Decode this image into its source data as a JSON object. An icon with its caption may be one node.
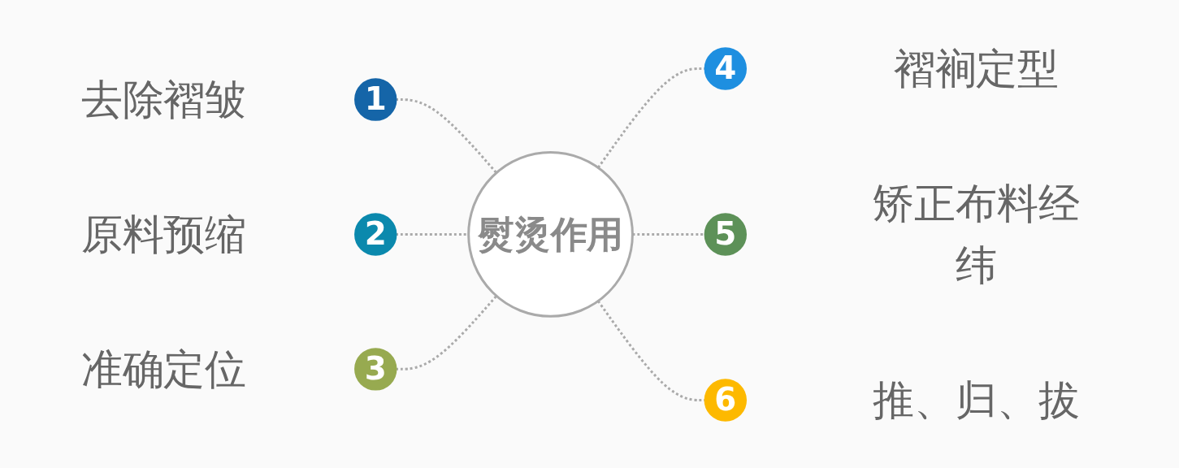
{
  "diagram": {
    "nodes": [
      {
        "text": [
          "熨烫作用"
        ]
      },
      {
        "text": [
          "1"
        ],
        "beside": [
          "去除褶皱"
        ]
      },
      {
        "text": [
          "2"
        ],
        "beside": [
          "原料预缩"
        ]
      },
      {
        "text": [
          "3"
        ],
        "beside": [
          "准确定位"
        ]
      },
      {
        "text": [
          "4"
        ],
        "beside": [
          "褶裥定型"
        ]
      },
      {
        "text": [
          "5"
        ],
        "beside": [
          "矫正布料经纬"
        ]
      },
      {
        "text": [
          "6"
        ],
        "beside": [
          "推、归、拔"
        ]
      }
    ],
    "edges": [
      {
        "from": 1,
        "to": 0,
        "arrow": "none",
        "style": "dashed"
      },
      {
        "from": 2,
        "to": 0,
        "arrow": "none",
        "style": "dashed"
      },
      {
        "from": 3,
        "to": 0,
        "arrow": "none",
        "style": "dashed"
      },
      {
        "from": 0,
        "to": 4,
        "arrow": "none",
        "style": "dashed"
      },
      {
        "from": 0,
        "to": 5,
        "arrow": "none",
        "style": "dashed"
      },
      {
        "from": 0,
        "to": 6,
        "arrow": "none",
        "style": "dashed"
      }
    ]
  }
}
